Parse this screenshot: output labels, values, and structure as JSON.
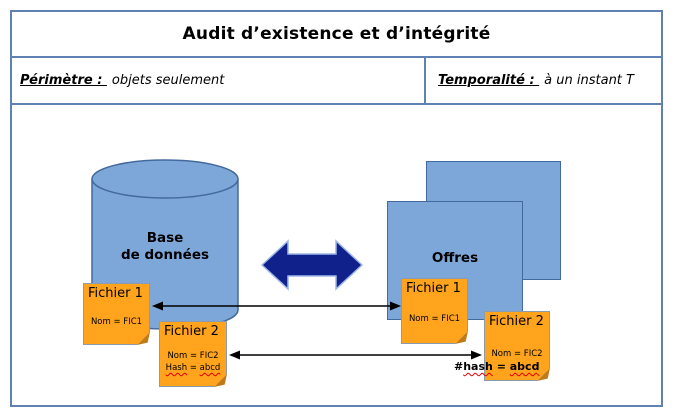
{
  "title": "Audit d’existence et d’intégrité",
  "header": {
    "left_label": "Périmètre : ",
    "left_value": "objets seulement",
    "right_label": "Temporalité : ",
    "right_value": "à un instant T"
  },
  "diagram": {
    "database": {
      "line1": "Base",
      "line2": "de données"
    },
    "offers_label": "Offres",
    "notes": {
      "left_file1": {
        "title": "Fichier 1",
        "nom": "Nom = FIC1"
      },
      "left_file2": {
        "title": "Fichier 2",
        "nom": "Nom = FIC2",
        "hash_word": "Hash",
        "hash_eq": " = ",
        "hash_value": "abcd"
      },
      "right_file1": {
        "title": "Fichier 1",
        "nom": "Nom = FIC1"
      },
      "right_file2": {
        "title": "Fichier 2",
        "nom": "Nom = FIC2"
      }
    },
    "hash_annotation": {
      "prefix": "#",
      "word": "hash",
      "eq": " = ",
      "value": "abcd"
    },
    "colors": {
      "shape_blue_fill": "#7DA7D9",
      "shape_blue_border": "#44699D",
      "big_arrow_navy": "#10218B",
      "big_arrow_outline": "#9DB7E8",
      "note_orange": "#FFA41C",
      "note_fold_orange": "#C07A18",
      "frame_blue": "#5F82B3",
      "spellcheck_red": "#E00000"
    }
  }
}
